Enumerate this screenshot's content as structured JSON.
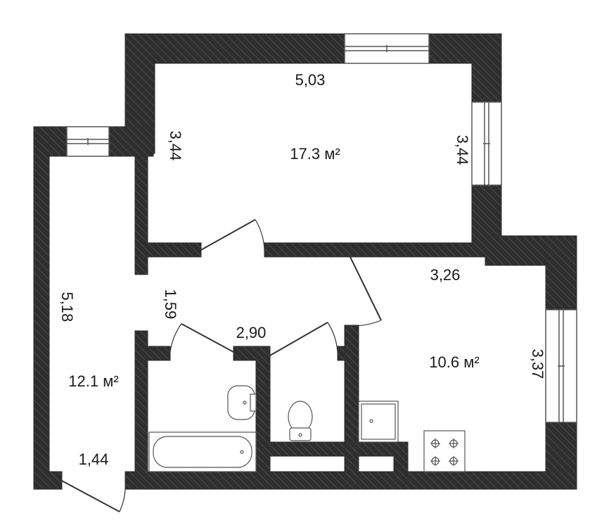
{
  "rooms": [
    {
      "id": "living",
      "area": "17.3 м²"
    },
    {
      "id": "kitchen",
      "area": "10.6 м²"
    },
    {
      "id": "hall",
      "area": "12.1 м²"
    }
  ],
  "dimensions": {
    "living_top": "5,03",
    "living_left": "3,44",
    "living_right": "3,44",
    "kitchen_top": "3,26",
    "kitchen_right": "3,37",
    "hall_left": "5,18",
    "hall_bottom": "1,44",
    "corridor_diag": "1,59",
    "bath_top": "2,90"
  },
  "colors": {
    "wall": "#2e2e2e",
    "hatch": "#4a4a4a",
    "background": "#ffffff"
  }
}
